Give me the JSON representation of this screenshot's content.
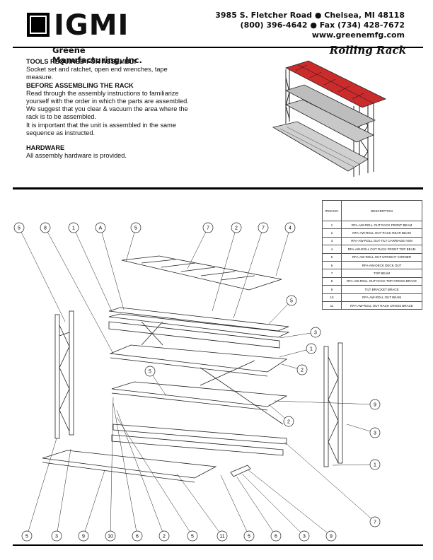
{
  "header": {
    "logo_text": "IGMI",
    "company_name": "Greene Manufacturing, Inc.",
    "address_line1": "3985 S. Fletcher Road ● Chelsea, MI  48118",
    "address_line2": "(800) 396-4642 ● Fax (734) 428-7672",
    "website": "www.greenemfg.com",
    "doc_title": "Rolling Rack"
  },
  "instructions": {
    "tools_heading": "TOOLS REQUIRED FOR ASSEMBLY",
    "tools_text": "Socket set and ratchet, open end wrenches, tape measure.",
    "before_heading": "BEFORE ASSEMBLING THE RACK",
    "before_p1": "Read through the assembly instructions to familiarize yourself with the order in which the parts are assembled.",
    "before_p2": "We suggest that you clear & vacuum the area where the rack is to be assembled.",
    "before_p3": "It is important that the unit is assembled in the same sequence as instructed.",
    "hardware_heading": "HARDWARE",
    "hardware_text": "All assembly hardware is provided."
  },
  "parts_table": {
    "col_item": "ITEM NO.",
    "col_desc": "DESCRIPTION",
    "rows": [
      {
        "n": "1",
        "d": "RFA-AW-ROLL OUT RACK FRONT BEAM"
      },
      {
        "n": "2",
        "d": "RFA-AW-ROLL OUT RACK REAR BEAM"
      },
      {
        "n": "3",
        "d": "RFA-AW-ROLL OUT TILT CARRIAGE ASM"
      },
      {
        "n": "4",
        "d": "RFA-AW-ROLL OUT RACK FRONT TOP BEAM"
      },
      {
        "n": "5",
        "d": "RFA-AW-ROLL OUT UPRIGHT CORNER"
      },
      {
        "n": "6",
        "d": "RFA-AW-DECK DECK OUT"
      },
      {
        "n": "7",
        "d": "TOP BEAM"
      },
      {
        "n": "8",
        "d": "RFA-AW-ROLL OUT RACK TOP CROSS BRACE"
      },
      {
        "n": "9",
        "d": "TILT BRACKET BRACE"
      },
      {
        "n": "10",
        "d": "RFA-AW-ROLL OUT BEAM"
      },
      {
        "n": "11",
        "d": "RFA-AW-ROLL OUT RACK CROSS BRACE"
      }
    ]
  },
  "diagram": {
    "top_callouts": [
      "5",
      "8",
      "1",
      "A",
      "5",
      "7",
      "2",
      "7",
      "4"
    ],
    "bottom_callouts": [
      "5",
      "3",
      "9",
      "10",
      "6",
      "2",
      "5",
      "11",
      "5",
      "6",
      "3",
      "9"
    ],
    "right_callouts": [
      "5",
      "3",
      "1",
      "2",
      "9",
      "3",
      "7"
    ],
    "mid_callouts": [
      "2"
    ],
    "colors": {
      "shelf_top": "#cc2b2b",
      "line": "#222222"
    }
  }
}
